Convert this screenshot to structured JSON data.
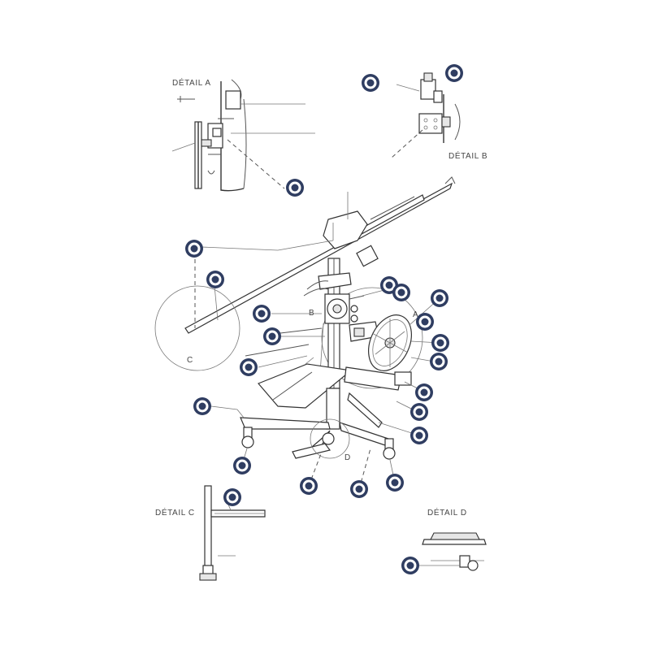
{
  "colors": {
    "callout": "#2f3d61",
    "line": "#555555"
  },
  "labels": {
    "detail_a": "DÉTAIL A",
    "detail_b": "DÉTAIL B",
    "detail_c": "DÉTAIL C",
    "detail_d": "DÉTAIL D",
    "zoom_a": "A",
    "zoom_b": "B",
    "zoom_c": "C",
    "zoom_d": "D"
  },
  "callout_icon": "numbered-callout-marker"
}
